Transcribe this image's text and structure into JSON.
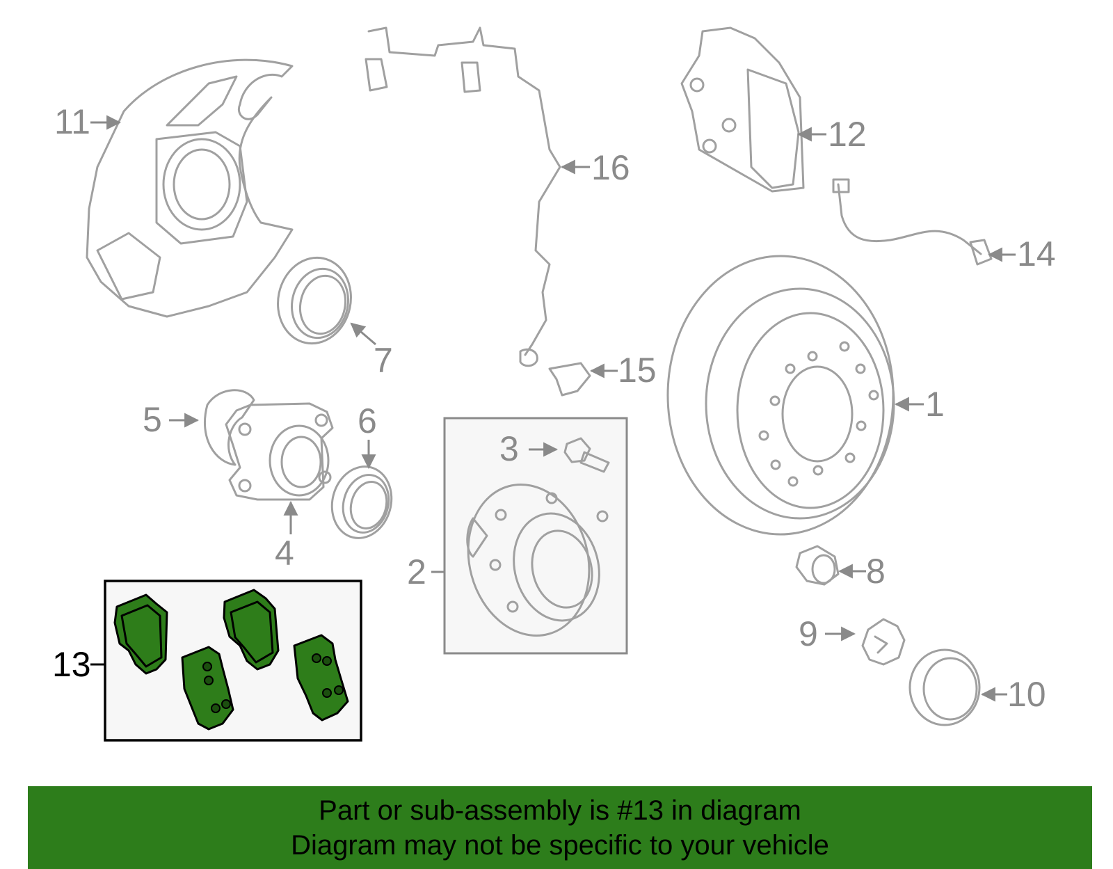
{
  "diagram": {
    "highlighted_callout": "13",
    "highlight_color": "#2d7d1b",
    "callouts": [
      "1",
      "2",
      "3",
      "4",
      "5",
      "6",
      "7",
      "8",
      "9",
      "10",
      "11",
      "12",
      "13",
      "14",
      "15",
      "16"
    ]
  },
  "footer": {
    "line1": "Part or sub-assembly is #13 in diagram",
    "line2": "Diagram may not be specific to your vehicle",
    "background": "#2d7d1b"
  }
}
